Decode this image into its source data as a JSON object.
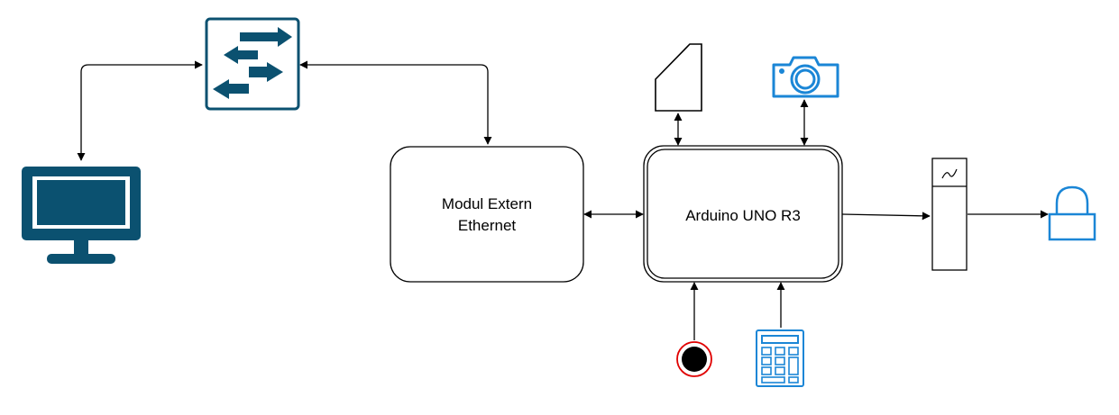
{
  "nodes": {
    "ethernet_module": {
      "line1": "Modul Extern",
      "line2": "Ethernet"
    },
    "arduino": {
      "label": "Arduino UNO R3"
    }
  },
  "icons": {
    "computer": "monitor-icon",
    "switch": "network-switch-icon",
    "card_reader": "card-reader-icon",
    "camera": "camera-icon",
    "relay": "relay-icon",
    "lock": "lock-icon",
    "button": "push-button-icon",
    "keypad": "keypad-icon"
  },
  "colors": {
    "dark_blue": "#0b5170",
    "bright_blue": "#1b86d6",
    "button_red": "#e00000",
    "line": "#000000"
  }
}
